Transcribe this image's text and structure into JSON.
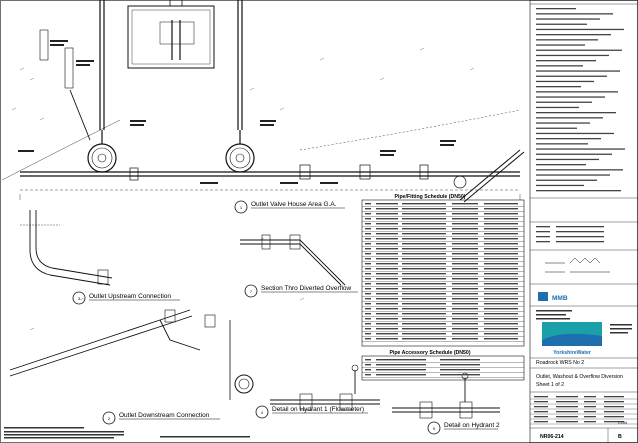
{
  "views": {
    "outlet_valve_house": {
      "number": "1",
      "title": "Outlet Valve House Area G.A."
    },
    "outlet_downstream": {
      "number": "2",
      "title": "Outlet Downstream Connection"
    },
    "outlet_upstream": {
      "number": "3",
      "title": "Outlet Upstream Connection"
    },
    "detail_hydrant_1": {
      "number": "4",
      "title": "Detail on Hydrant 1 (Flowmeter)"
    },
    "detail_hydrant_2": {
      "number": "5",
      "title": "Detail on Hydrant 2"
    },
    "section_diverted_overflow": {
      "number": "7",
      "title": "Section Thro Diverted Overflow"
    }
  },
  "schedules": {
    "pipe_fitting_title": "Pipe/Fitting Schedule (DN50)",
    "pipe_accessory_title": "Pipe Accessory Schedule (DN50)"
  },
  "title_block": {
    "client": "YorkshireWater",
    "contractor": "MMB",
    "project": "Roadrock WRS No 2",
    "drawing_title": "Outlet, Washout & Overflow Diversion",
    "sheet": "Sheet 1 of 2",
    "drawing_number": "NR06-214",
    "revision": "B",
    "status": "CON"
  },
  "colors": {
    "line": "#111111",
    "accent_blue": "#1e6fb0",
    "accent_teal": "#1aa0a8"
  }
}
